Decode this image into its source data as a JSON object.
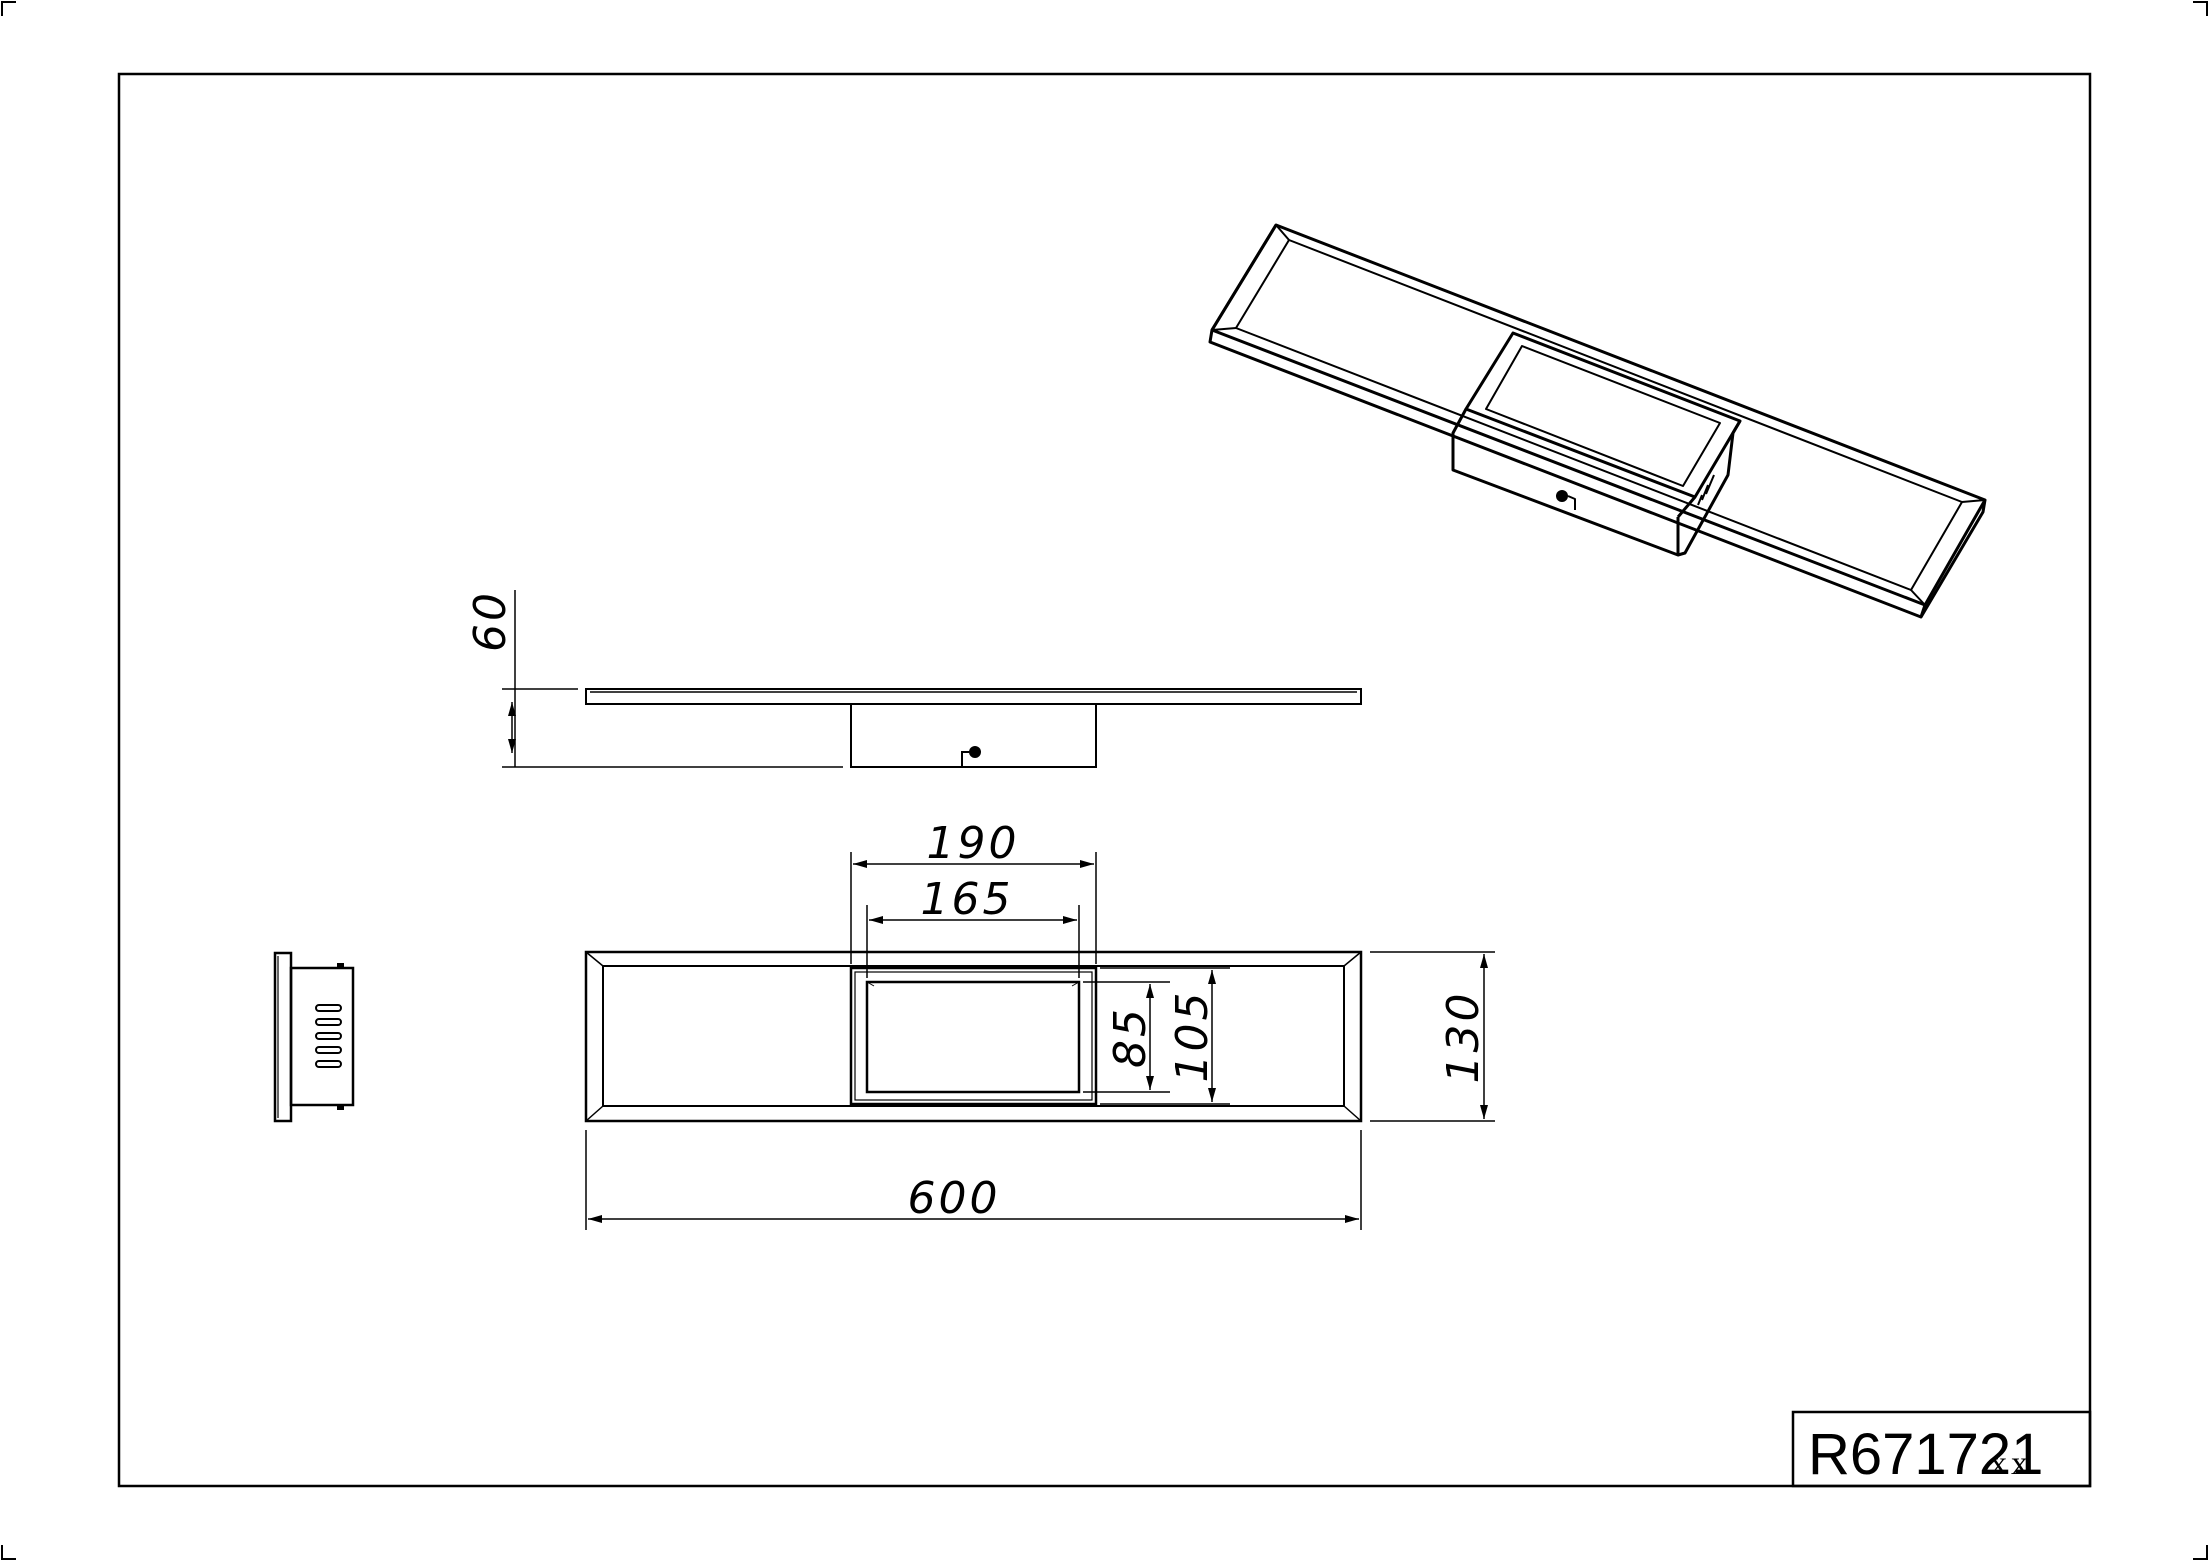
{
  "drawing": {
    "product_code": "R671721",
    "product_suffix": "xx",
    "dimensions": {
      "height": "60",
      "mount_width_outer": "190",
      "mount_width_inner": "165",
      "mount_depth_inner": "85",
      "mount_depth_outer": "105",
      "depth": "130",
      "length": "600"
    }
  }
}
